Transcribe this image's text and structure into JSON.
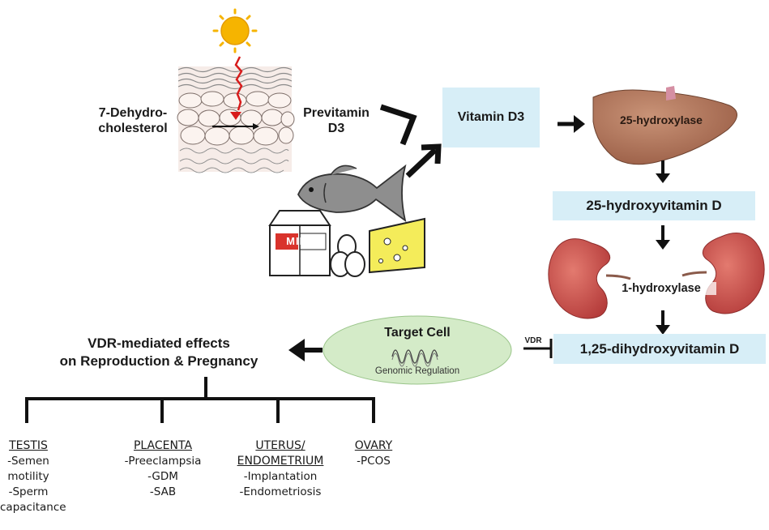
{
  "skin": {
    "precursor_label_line1": "7-Dehydro-",
    "precursor_label_line2": "cholesterol",
    "previtamin_line1": "Previtamin",
    "previtamin_line2": "D3"
  },
  "food": {
    "milk_label": "MILK"
  },
  "pathway": {
    "vitamin_d3": "Vitamin D3",
    "liver_enzyme": "25-hydroxylase",
    "metabolite_25": "25-hydroxyvitamin D",
    "kidney_enzyme": "1-hydroxylase",
    "metabolite_125": "1,25-dihydroxyvitamin D",
    "receptor": "VDR"
  },
  "target_cell": {
    "title": "Target Cell",
    "subtitle": "Genomic Regulation"
  },
  "effects": {
    "title_line1": "VDR-mediated effects",
    "title_line2": "on Reproduction & Pregnancy",
    "columns": [
      {
        "heading": "TESTIS",
        "items": [
          "-Semen",
          "motility",
          "-Sperm",
          "capacitance"
        ]
      },
      {
        "heading": "PLACENTA",
        "items": [
          "-Preeclampsia",
          "-GDM",
          "-SAB"
        ]
      },
      {
        "heading": "UTERUS/",
        "heading2": "ENDOMETRIUM",
        "items": [
          "-Implantation",
          "-Endometriosis"
        ]
      },
      {
        "heading": "OVARY",
        "items": [
          "-PCOS"
        ]
      }
    ]
  },
  "colors": {
    "box_fill": "#d7eef7",
    "liver": "#b57a5e",
    "kidney": "#c9524f",
    "target_cell": "#d4ebc8",
    "sun": "#f6b400",
    "ray": "#d81b1b"
  }
}
